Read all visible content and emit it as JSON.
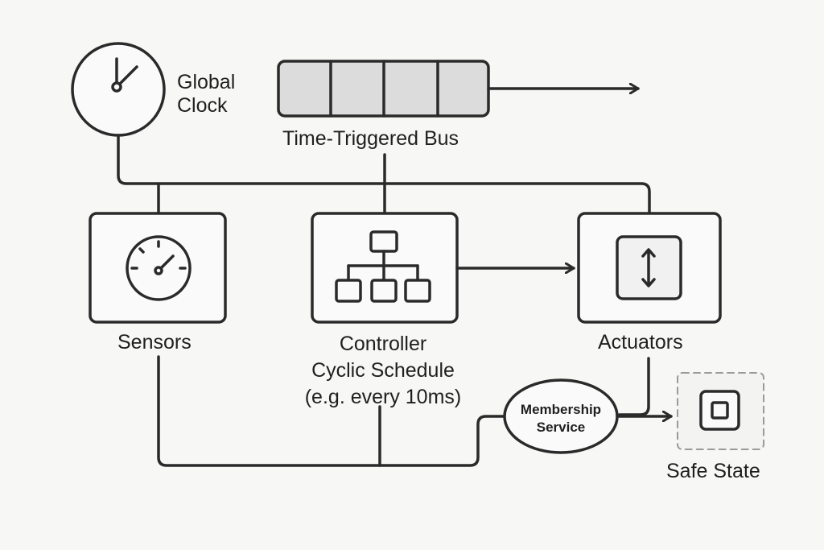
{
  "global_clock": {
    "line1": "Global",
    "line2": "Clock"
  },
  "bus": {
    "label": "Time-Triggered Bus"
  },
  "sensors": {
    "label": "Sensors"
  },
  "controller": {
    "line1": "Controller",
    "line2": "Cyclic Schedule",
    "line3": "(e.g. every 10ms)"
  },
  "actuators": {
    "label": "Actuators"
  },
  "membership": {
    "line1": "Membership",
    "line2": "Service"
  },
  "safe_state": {
    "label": "Safe State"
  },
  "colors": {
    "stroke": "#2a2a2a",
    "bus_slot_fill": "#dcdcdc",
    "background": "#f7f7f6",
    "dashed_border": "#9a9a9a"
  }
}
